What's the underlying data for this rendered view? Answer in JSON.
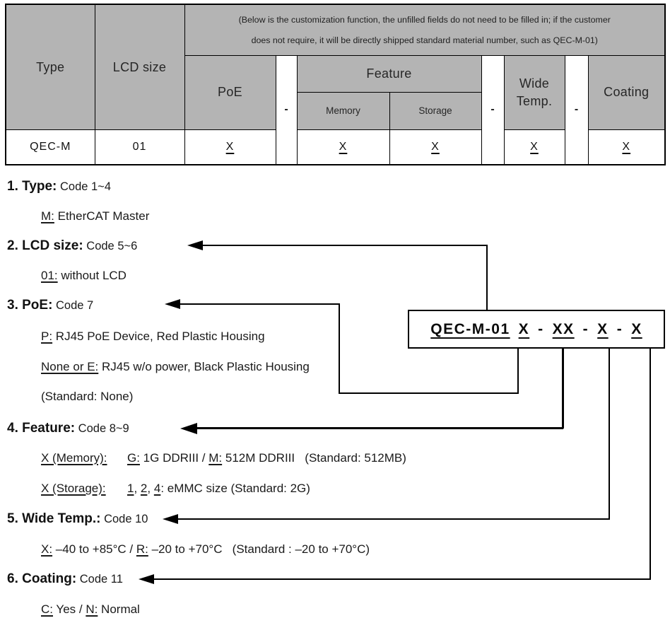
{
  "colors": {
    "cell_gray": "#b4b4b4",
    "line_black": "#000000",
    "background": "#ffffff"
  },
  "table": {
    "note_line1": "(Below is the customization function, the unfilled fields do not need to be filled in; if the customer",
    "note_line2": "does not require, it will be directly shipped standard material number, such as QEC-M-01)",
    "headers": {
      "type": "Type",
      "lcd": "LCD size",
      "poe": "PoE",
      "dash": "-",
      "feature": "Feature",
      "memory": "Memory",
      "storage": "Storage",
      "wide_temp": "Wide Temp.",
      "coating": "Coating"
    },
    "row": {
      "type": "QEC-M",
      "lcd": "01",
      "poe": "X",
      "memory": "X",
      "storage": "X",
      "wide_temp": "X",
      "coating": "X"
    }
  },
  "code_box": {
    "segments": [
      {
        "t": "QEC-M-01",
        "u": true
      },
      {
        "t": "X",
        "u": true
      },
      {
        "t": "-",
        "u": false
      },
      {
        "t": "XX",
        "u": true
      },
      {
        "t": "-",
        "u": false
      },
      {
        "t": "X",
        "u": true
      },
      {
        "t": "-",
        "u": false
      },
      {
        "t": "X",
        "u": true
      }
    ]
  },
  "sections": [
    {
      "heading_bold": "1. Type:",
      "heading_rest": " Code 1~4",
      "lines": [
        {
          "segs": [
            {
              "t": "M:",
              "u": true
            },
            {
              "t": " EtherCAT Master",
              "u": false
            }
          ]
        }
      ]
    },
    {
      "heading_bold": "2. LCD size:",
      "heading_rest": " Code 5~6",
      "lines": [
        {
          "segs": [
            {
              "t": "01:",
              "u": true
            },
            {
              "t": " without LCD",
              "u": false
            }
          ]
        }
      ]
    },
    {
      "heading_bold": "3. PoE:",
      "heading_rest": " Code 7",
      "lines": [
        {
          "segs": [
            {
              "t": "P:",
              "u": true
            },
            {
              "t": " RJ45 PoE Device, Red Plastic Housing",
              "u": false
            }
          ]
        },
        {
          "segs": [
            {
              "t": "None or E:",
              "u": true
            },
            {
              "t": " RJ45 w/o power, Black Plastic Housing",
              "u": false
            }
          ]
        },
        {
          "segs": [
            {
              "t": "(Standard: None)",
              "u": false
            }
          ]
        }
      ]
    },
    {
      "heading_bold": "4. Feature:",
      "heading_rest": " Code 8~9",
      "lines": [
        {
          "label": "X (Memory):",
          "segs": [
            {
              "t": "G:",
              "u": true
            },
            {
              "t": " 1G DDRIII / ",
              "u": false
            },
            {
              "t": "M:",
              "u": true
            },
            {
              "t": " 512M DDRIII   (Standard: 512MB)",
              "u": false
            }
          ]
        },
        {
          "label": "X (Storage):",
          "segs": [
            {
              "t": "1",
              "u": true
            },
            {
              "t": ", ",
              "u": false
            },
            {
              "t": "2",
              "u": true
            },
            {
              "t": ", ",
              "u": false
            },
            {
              "t": "4",
              "u": true
            },
            {
              "t": ": eMMC size (Standard: 2G)",
              "u": false
            }
          ]
        }
      ]
    },
    {
      "heading_bold": "5. Wide Temp.:",
      "heading_rest": " Code 10",
      "lines": [
        {
          "segs": [
            {
              "t": "X:",
              "u": true
            },
            {
              "t": " –40 to +85°C / ",
              "u": false
            },
            {
              "t": "R:",
              "u": true
            },
            {
              "t": " –20 to +70°C   (Standard : –20 to +70°C)",
              "u": false
            }
          ]
        }
      ]
    },
    {
      "heading_bold": "6. Coating:",
      "heading_rest": " Code 11",
      "lines": [
        {
          "segs": [
            {
              "t": "C:",
              "u": true
            },
            {
              "t": " Yes / ",
              "u": false
            },
            {
              "t": "N:",
              "u": true
            },
            {
              "t": " Normal",
              "u": false
            }
          ]
        }
      ]
    }
  ]
}
